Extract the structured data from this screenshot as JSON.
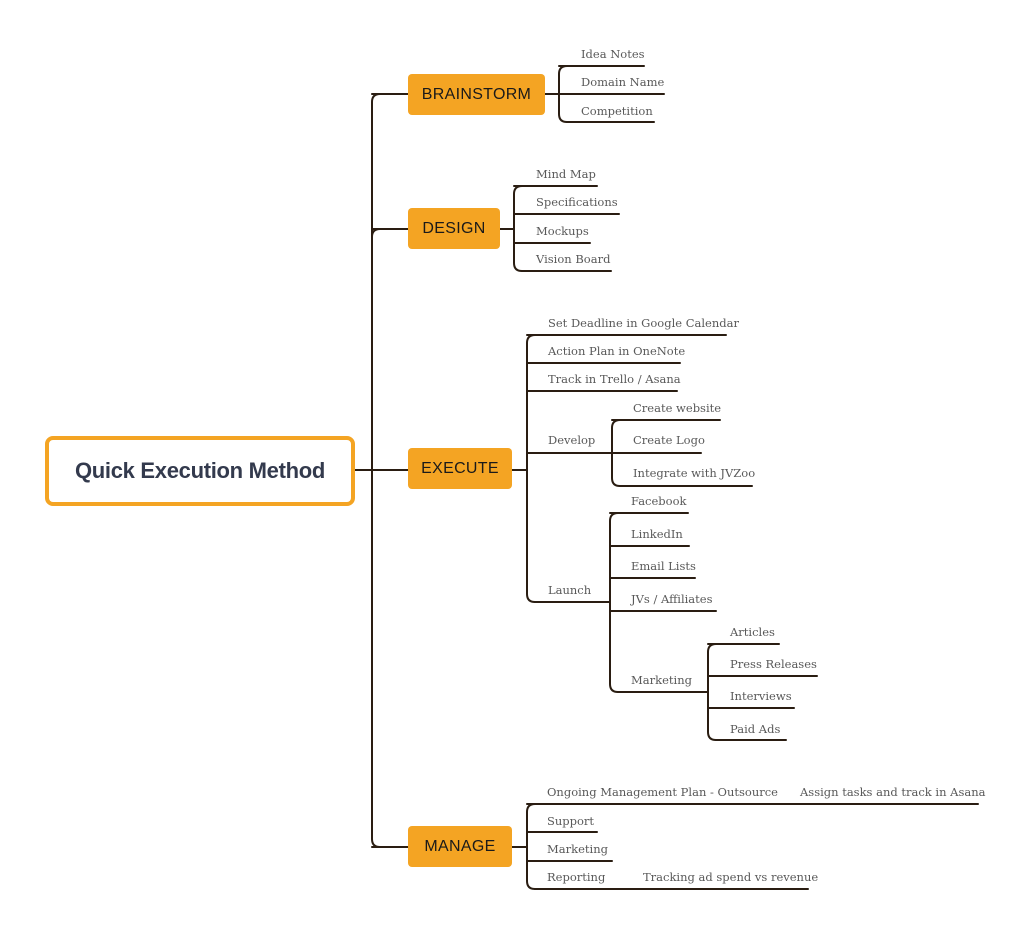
{
  "root": {
    "label": "Quick Execution Method"
  },
  "brainstorm": {
    "label": "BRAINSTORM",
    "items": [
      "Idea Notes",
      "Domain Name",
      "Competition"
    ]
  },
  "design": {
    "label": "DESIGN",
    "items": [
      "Mind Map",
      "Specifications",
      "Mockups",
      "Vision Board"
    ]
  },
  "execute": {
    "label": "EXECUTE",
    "items": [
      "Set Deadline in Google Calendar",
      "Action Plan in OneNote",
      "Track in Trello / Asana"
    ],
    "develop": {
      "label": "Develop",
      "items": [
        "Create website",
        "Create Logo",
        "Integrate with JVZoo"
      ]
    },
    "launch": {
      "label": "Launch",
      "items": [
        "Facebook",
        "LinkedIn",
        "Email Lists",
        "JVs / Affiliates"
      ],
      "marketing": {
        "label": "Marketing",
        "items": [
          "Articles",
          "Press Releases",
          "Interviews",
          "Paid Ads"
        ]
      }
    }
  },
  "manage": {
    "label": "MANAGE",
    "ongoing": {
      "label": "Ongoing Management Plan - Outsource",
      "child": "Assign tasks and track in Asana"
    },
    "support": "Support",
    "marketing": "Marketing",
    "reporting": {
      "label": "Reporting",
      "child": "Tracking ad spend vs revenue"
    }
  },
  "colors": {
    "accent": "#f4a423",
    "line": "#2a1d12",
    "root_text": "#333a4d",
    "leaf_text": "#595959"
  }
}
